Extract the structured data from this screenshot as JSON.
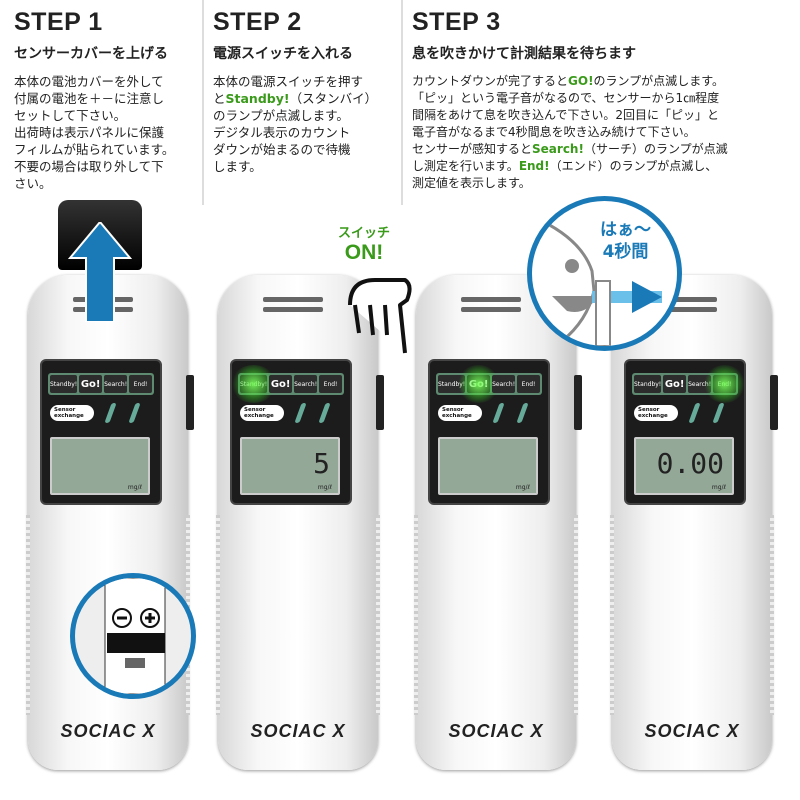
{
  "steps": [
    {
      "title": "STEP 1",
      "subtitle": "センサーカバーを上げる",
      "body": "本体の電池カバーを外して\n付属の電池を＋－に注意し\nセットして下さい。\n出荷時は表示パネルに保護\nフィルムが貼られています。\n不要の場合は取り外して下\nさい。"
    },
    {
      "title": "STEP 2",
      "subtitle": "電源スイッチを入れる",
      "body_pre": "本体の電源スイッチを押す\nと",
      "body_hl": "Standby!",
      "body_post": "（スタンバイ）\nのランプが点滅します。\nデジタル表示のカウント\nダウンが始まるので待機\nします。"
    },
    {
      "title": "STEP 3",
      "subtitle": "息を吹きかけて計測結果を待ちます",
      "p1": "カウントダウンが完了すると",
      "hl1": "GO!",
      "p2": "のランプが点滅します。\n「ピッ」という電子音がなるので、センサーから1㎝程度\n間隔をあけて息を吹き込んで下さい。2回目に「ピッ」と\n電子音がなるまで4秒間息を吹き込み続けて下さい。\nセンサーが感知すると",
      "hl2": "Search!",
      "p3": "（サーチ）のランプが点滅\nし測定を行います。",
      "hl3": "End!",
      "p4": "（エンド）のランプが点滅し、\n測定値を表示します。"
    }
  ],
  "device": {
    "lamps": [
      "Standby!",
      "Go!",
      "Search!",
      "End!"
    ],
    "sensor": "Sensor exchange",
    "unit": "mg/ℓ",
    "logo": "SOCIAC X"
  },
  "displays": [
    "",
    "5",
    "",
    "0.00"
  ],
  "lit_lamp": [
    -1,
    0,
    1,
    3
  ],
  "switch_callout": {
    "line1": "スイッチ",
    "line2": "ON!"
  },
  "breath_callout": {
    "line1": "はぁ～",
    "line2": "4秒間"
  },
  "colors": {
    "accent_green": "#3a9a1a",
    "accent_blue": "#1a7ab8"
  }
}
